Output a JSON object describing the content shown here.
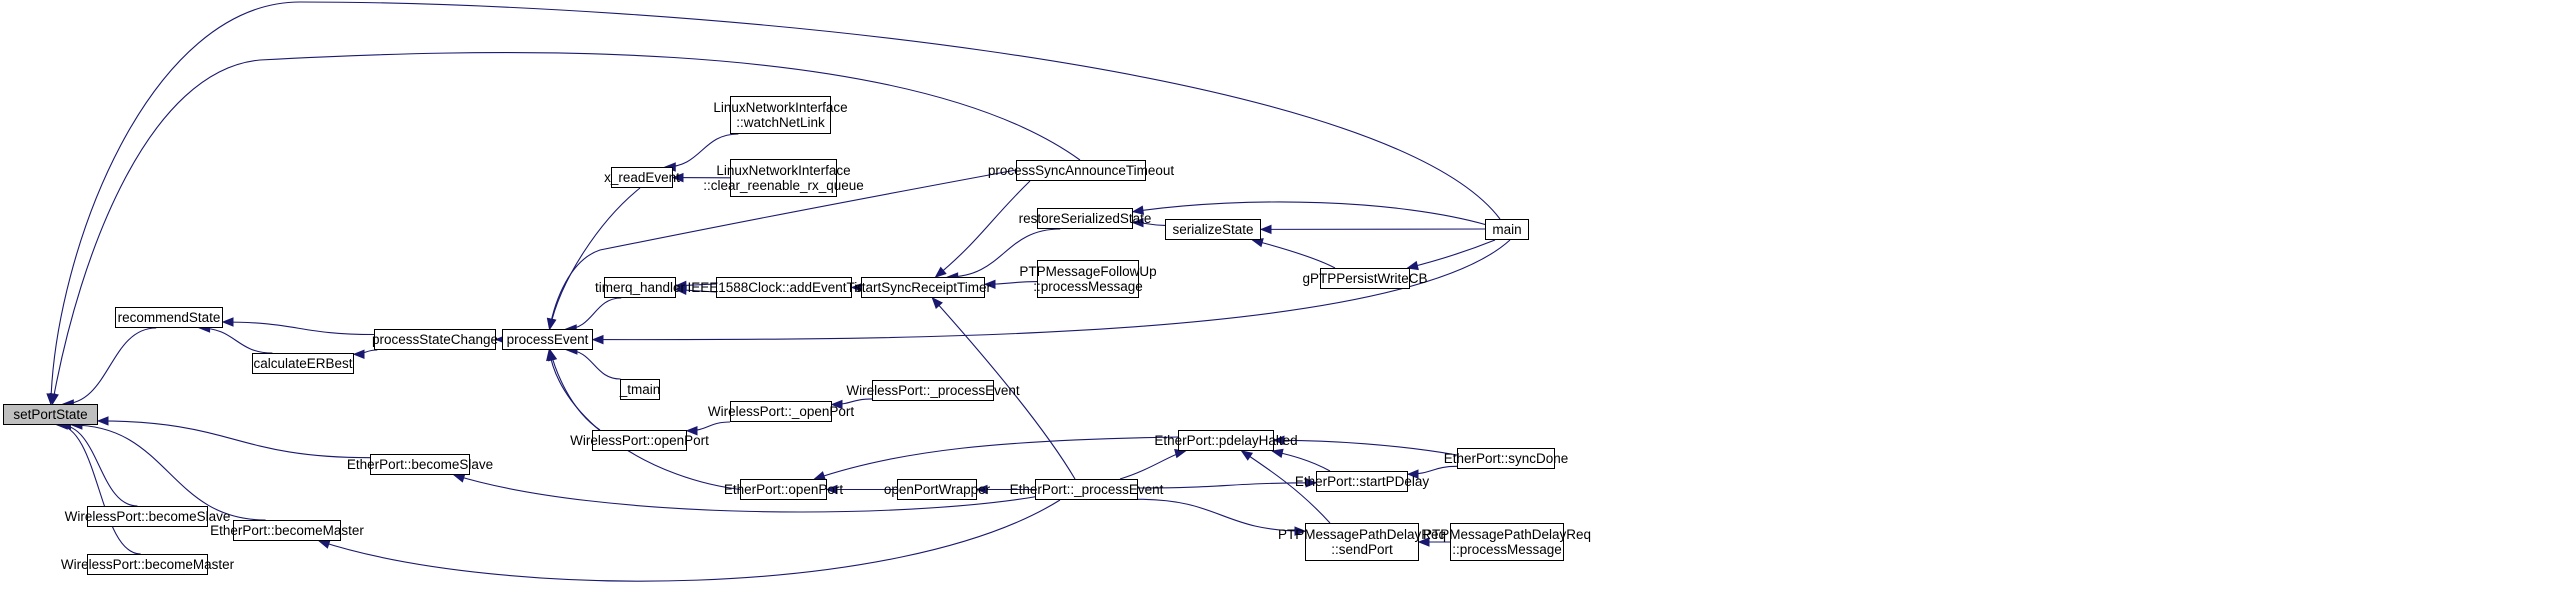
{
  "nodes": [
    {
      "id": "setPortState",
      "lines": [
        "setPortState"
      ]
    },
    {
      "id": "recommendState",
      "lines": [
        "recommendState"
      ]
    },
    {
      "id": "calculateERBest",
      "lines": [
        "calculateERBest"
      ]
    },
    {
      "id": "processStateChange",
      "lines": [
        "processStateChange"
      ]
    },
    {
      "id": "processEvent",
      "lines": [
        "processEvent"
      ]
    },
    {
      "id": "x_readEvent",
      "lines": [
        "x_readEvent"
      ]
    },
    {
      "id": "watchNetLink",
      "lines": [
        "LinuxNetworkInterface",
        "::watchNetLink"
      ]
    },
    {
      "id": "clear_reenable",
      "lines": [
        "LinuxNetworkInterface",
        "::clear_reenable_rx_queue"
      ]
    },
    {
      "id": "timerq_handler",
      "lines": [
        "timerq_handler"
      ]
    },
    {
      "id": "addEventTimer",
      "lines": [
        "IEEE1588Clock::addEventTimer"
      ]
    },
    {
      "id": "startSyncReceiptTimer",
      "lines": [
        "startSyncReceiptTimer"
      ]
    },
    {
      "id": "processSyncAnnounceTimeout",
      "lines": [
        "processSyncAnnounceTimeout"
      ]
    },
    {
      "id": "restoreSerializedState",
      "lines": [
        "restoreSerializedState"
      ]
    },
    {
      "id": "serializeState",
      "lines": [
        "serializeState"
      ]
    },
    {
      "id": "gPTPPersistWriteCB",
      "lines": [
        "gPTPPersistWriteCB"
      ]
    },
    {
      "id": "main",
      "lines": [
        "main"
      ]
    },
    {
      "id": "followUpProcess",
      "lines": [
        "PTPMessageFollowUp",
        "::processMessage"
      ]
    },
    {
      "id": "tmain",
      "lines": [
        "_tmain"
      ]
    },
    {
      "id": "wpOpenPort",
      "lines": [
        "WirelessPort::openPort"
      ]
    },
    {
      "id": "wp_openPort",
      "lines": [
        "WirelessPort::_openPort"
      ]
    },
    {
      "id": "wp_processEvent",
      "lines": [
        "WirelessPort::_processEvent"
      ]
    },
    {
      "id": "epOpenPort",
      "lines": [
        "EtherPort::openPort"
      ]
    },
    {
      "id": "openPortWrapper",
      "lines": [
        "openPortWrapper"
      ]
    },
    {
      "id": "ep_processEvent",
      "lines": [
        "EtherPort::_processEvent"
      ]
    },
    {
      "id": "pdelayHalted",
      "lines": [
        "EtherPort::pdelayHalted"
      ]
    },
    {
      "id": "startPDelay",
      "lines": [
        "EtherPort::startPDelay"
      ]
    },
    {
      "id": "syncDone",
      "lines": [
        "EtherPort::syncDone"
      ]
    },
    {
      "id": "sendPort",
      "lines": [
        "PTPMessagePathDelayReq",
        "::sendPort"
      ]
    },
    {
      "id": "pdrProcess",
      "lines": [
        "PTPMessagePathDelayReq",
        "::processMessage"
      ]
    },
    {
      "id": "becomeSlaveE",
      "lines": [
        "EtherPort::becomeSlave"
      ]
    },
    {
      "id": "becomeMasterE",
      "lines": [
        "EtherPort::becomeMaster"
      ]
    },
    {
      "id": "becomeSlaveW",
      "lines": [
        "WirelessPort::becomeSlave"
      ]
    },
    {
      "id": "becomeMasterW",
      "lines": [
        "WirelessPort::becomeMaster"
      ]
    }
  ],
  "edges": [
    [
      "recommendState",
      "setPortState"
    ],
    [
      "processSyncAnnounceTimeout",
      "setPortState"
    ],
    [
      "main",
      "setPortState"
    ],
    [
      "becomeSlaveE",
      "setPortState"
    ],
    [
      "becomeMasterE",
      "setPortState"
    ],
    [
      "becomeSlaveW",
      "setPortState"
    ],
    [
      "becomeMasterW",
      "setPortState"
    ],
    [
      "processStateChange",
      "recommendState"
    ],
    [
      "calculateERBest",
      "recommendState"
    ],
    [
      "processStateChange",
      "calculateERBest"
    ],
    [
      "processEvent",
      "processStateChange"
    ],
    [
      "x_readEvent",
      "processEvent"
    ],
    [
      "processSyncAnnounceTimeout",
      "processEvent"
    ],
    [
      "timerq_handler",
      "processEvent"
    ],
    [
      "main",
      "processEvent"
    ],
    [
      "tmain",
      "processEvent"
    ],
    [
      "wpOpenPort",
      "processEvent"
    ],
    [
      "epOpenPort",
      "processEvent"
    ],
    [
      "watchNetLink",
      "x_readEvent"
    ],
    [
      "clear_reenable",
      "x_readEvent"
    ],
    [
      "addEventTimer",
      "timerq_handler"
    ],
    [
      "addEventTimer",
      "timerq_handler",
      "lower"
    ],
    [
      "startSyncReceiptTimer",
      "addEventTimer"
    ],
    [
      "processSyncAnnounceTimeout",
      "startSyncReceiptTimer"
    ],
    [
      "restoreSerializedState",
      "startSyncReceiptTimer"
    ],
    [
      "followUpProcess",
      "startSyncReceiptTimer"
    ],
    [
      "ep_processEvent",
      "startSyncReceiptTimer"
    ],
    [
      "serializeState",
      "restoreSerializedState"
    ],
    [
      "main",
      "restoreSerializedState"
    ],
    [
      "main",
      "serializeState"
    ],
    [
      "gPTPPersistWriteCB",
      "serializeState"
    ],
    [
      "main",
      "gPTPPersistWriteCB"
    ],
    [
      "wp_openPort",
      "wpOpenPort"
    ],
    [
      "wp_processEvent",
      "wp_openPort"
    ],
    [
      "openPortWrapper",
      "epOpenPort"
    ],
    [
      "pdelayHalted",
      "epOpenPort"
    ],
    [
      "ep_processEvent",
      "openPortWrapper"
    ],
    [
      "ep_processEvent",
      "becomeSlaveE"
    ],
    [
      "ep_processEvent",
      "becomeMasterE"
    ],
    [
      "ep_processEvent",
      "pdelayHalted"
    ],
    [
      "ep_processEvent",
      "startPDelay"
    ],
    [
      "ep_processEvent",
      "sendPort"
    ],
    [
      "startPDelay",
      "pdelayHalted"
    ],
    [
      "sendPort",
      "pdelayHalted"
    ],
    [
      "syncDone",
      "pdelayHalted"
    ],
    [
      "syncDone",
      "startPDelay"
    ],
    [
      "pdrProcess",
      "sendPort"
    ]
  ]
}
